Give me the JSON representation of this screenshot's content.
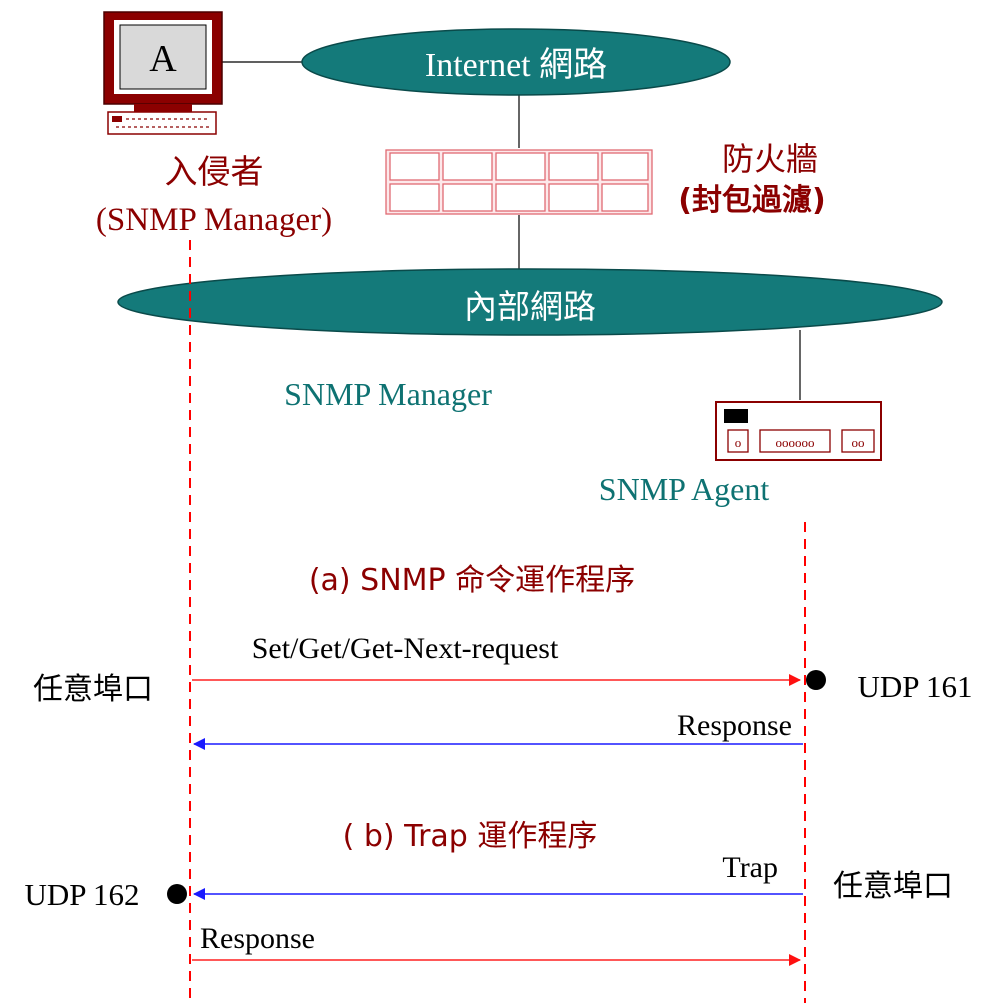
{
  "network": {
    "internet_label": "Internet 網路",
    "internal_label": "內部網路",
    "firewall_line1": "防火牆",
    "firewall_line2": "(封包過濾)"
  },
  "intruder": {
    "screen_letter": "A",
    "title": "入侵者",
    "subtitle": "(SNMP Manager)"
  },
  "inside_manager_label": "SNMP Manager",
  "agent_label": "SNMP Agent",
  "agent_device": {
    "port_a": "o",
    "port_b": "oooooo",
    "port_c": "oo"
  },
  "section_a": {
    "title": "(a) SNMP 命令運作程序",
    "request_label": "Set/Get/Get-Next-request",
    "left_port": "任意埠口",
    "right_port": "UDP 161",
    "response_label": "Response"
  },
  "section_b": {
    "title": "( b) Trap 運作程序",
    "trap_label": "Trap",
    "right_port": "任意埠口",
    "left_port": "UDP 162",
    "response_label": "Response"
  },
  "colors": {
    "ellipse_fill": "#147a7a",
    "teal_text": "#0e7272",
    "dark_red": "#8b0000",
    "firewall_red": "#e8848a",
    "lifeline_red": "#ff0000",
    "arrow_red": "#ff2020",
    "arrow_blue": "#1a1aff"
  }
}
